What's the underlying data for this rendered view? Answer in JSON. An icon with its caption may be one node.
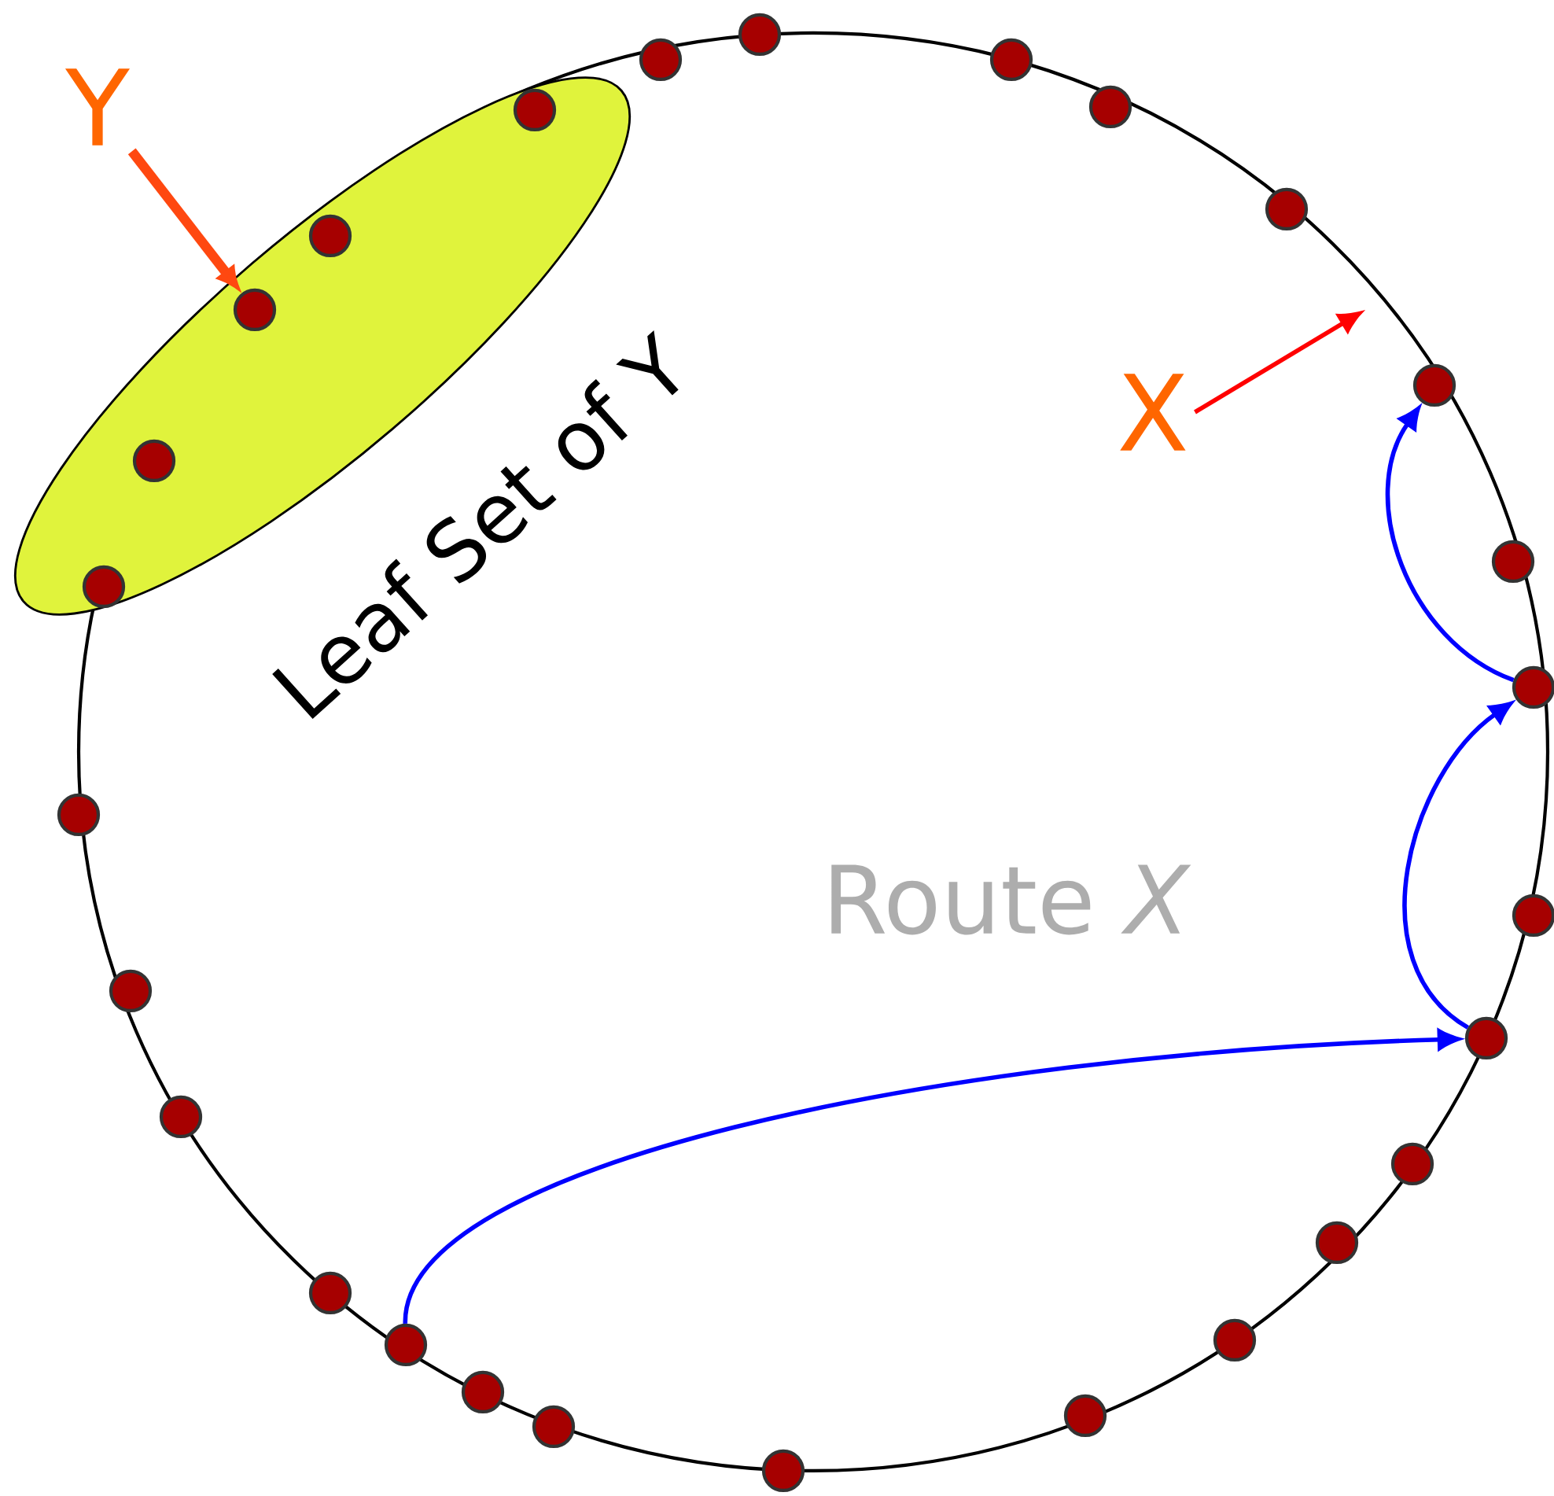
{
  "diagram": {
    "nodes": [
      {
        "text": [
          "Y"
        ]
      },
      {
        "text": [
          "Leaf Set of Y"
        ]
      },
      {
        "text": [],
        "shape": "circle"
      },
      {
        "text": [],
        "shape": "circle"
      },
      {
        "text": [],
        "shape": "circle",
        "in": 1
      },
      {
        "text": [],
        "shape": "circle",
        "in": 1
      },
      {
        "text": [],
        "shape": "circle",
        "in": 1
      },
      {
        "text": [],
        "shape": "circle",
        "in": 1
      },
      {
        "text": [],
        "shape": "circle",
        "in": 1
      },
      {
        "text": [],
        "shape": "circle"
      },
      {
        "text": [],
        "shape": "circle"
      },
      {
        "text": [],
        "shape": "circle"
      },
      {
        "text": [],
        "shape": "circle"
      },
      {
        "text": [],
        "shape": "circle"
      },
      {
        "text": [],
        "shape": "circle"
      },
      {
        "text": [],
        "shape": "circle"
      },
      {
        "text": [],
        "shape": "circle"
      },
      {
        "text": [],
        "shape": "circle"
      },
      {
        "text": [],
        "shape": "circle"
      },
      {
        "text": [],
        "shape": "circle"
      },
      {
        "text": [],
        "shape": "circle"
      },
      {
        "text": [],
        "shape": "circle"
      },
      {
        "text": [],
        "shape": "circle"
      },
      {
        "text": [],
        "shape": "circle"
      },
      {
        "text": [],
        "shape": "circle"
      },
      {
        "text": [],
        "shape": "circle"
      },
      {
        "text": [],
        "shape": "circle"
      },
      {
        "text": [],
        "shape": "circle"
      },
      {
        "text": [],
        "shape": "circle"
      },
      {
        "text": [
          "X"
        ]
      }
    ],
    "edges": [
      {
        "from": 0,
        "to": 6,
        "arrow": "to",
        "color": "#ff4810",
        "style": "thick"
      },
      {
        "from": 29,
        "to": null,
        "arrow": "to",
        "color": "#ff0000"
      },
      {
        "from": 13,
        "to": 21,
        "arrow": "to"
      },
      {
        "from": 21,
        "to": 23,
        "arrow": "to"
      },
      {
        "from": 23,
        "to": 25,
        "arrow": "to"
      }
    ],
    "labels": [
      "Route *X*"
    ]
  }
}
